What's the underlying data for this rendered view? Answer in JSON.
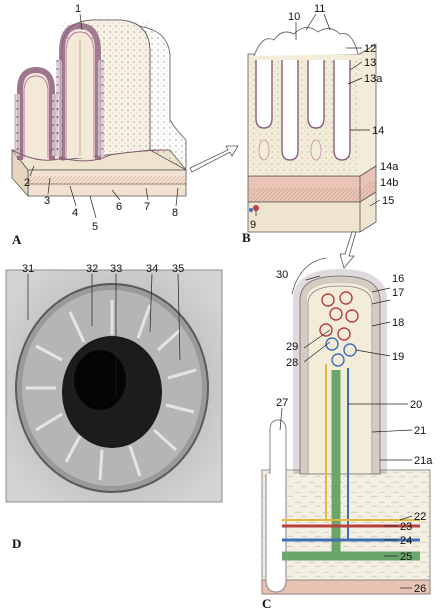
{
  "colors": {
    "epithelium": "#c9b8c2",
    "lamina_propria": "#f2ecd8",
    "muscle": "#e9c3b4",
    "submucosa": "#efe5cf",
    "artery": "#b7413e",
    "vein": "#3f6fb5",
    "lacteal": "#6aa56a",
    "nerve": "#e0b940",
    "photo_dark": "#1c1c1c",
    "photo_mid": "#8e8e8e"
  },
  "panels": {
    "a": "A",
    "b": "B",
    "c": "C",
    "d": "D"
  },
  "labels": {
    "n1": "1",
    "n2": "2",
    "n3": "3",
    "n4": "4",
    "n5": "5",
    "n6": "6",
    "n7": "7",
    "n8": "8",
    "n9": "9",
    "n10": "10",
    "n11": "11",
    "n12": "12",
    "n13": "13",
    "n13a": "13a",
    "n14": "14",
    "n14a": "14a",
    "n14b": "14b",
    "n15": "15",
    "n16": "16",
    "n17": "17",
    "n18": "18",
    "n19": "19",
    "n20": "20",
    "n21": "21",
    "n21a": "21a",
    "n22": "22",
    "n23": "23",
    "n24": "24",
    "n25": "25",
    "n26": "26",
    "n27": "27",
    "n28": "28",
    "n29": "29",
    "n30": "30",
    "n31": "31",
    "n32": "32",
    "n33": "33",
    "n34": "34",
    "n35": "35"
  }
}
